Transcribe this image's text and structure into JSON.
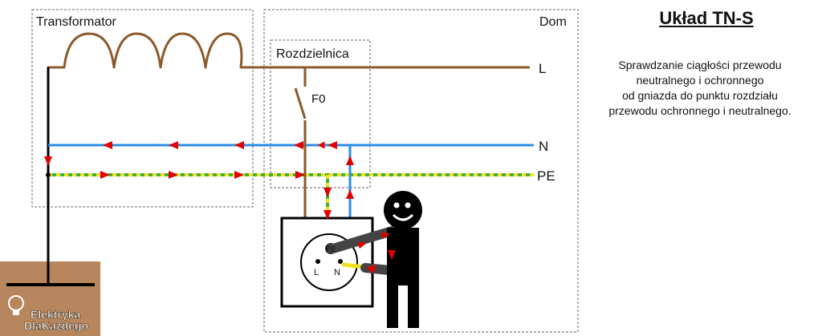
{
  "title": "Układ TN-S",
  "description": [
    "Sprawdzanie ciągłości przewodu",
    "neutralnego i ochronnego",
    "od gniazda do punktu rozdziału",
    "przewodu ochronnego i neutralnego."
  ],
  "labels": {
    "transformer": "Transformator",
    "house": "Dom",
    "switchboard": "Rozdzielnica",
    "switch": "F0",
    "line_l": "L",
    "line_n": "N",
    "line_pe": "PE",
    "socket_pe": "PE",
    "socket_l": "L",
    "socket_n": "N"
  },
  "logo": {
    "line1": "Elektryka",
    "line2": "DlaKazdego"
  },
  "colors": {
    "phase": "#8b5a2b",
    "neutral": "#2b8de6",
    "pe_green": "#3cb043",
    "pe_yellow": "#f0e020",
    "arrow": "#e00000",
    "earth": "#b8865c"
  }
}
